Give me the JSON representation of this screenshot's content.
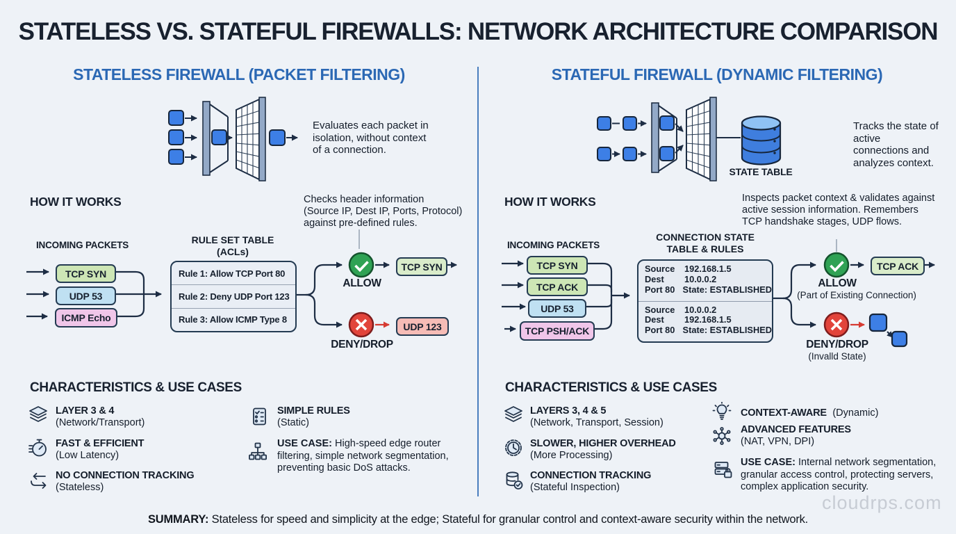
{
  "title": "STATELESS VS. STATEFUL FIREWALLS: NETWORK ARCHITECTURE COMPARISON",
  "watermark": "cloudrps.com",
  "summary": {
    "label": "SUMMARY:",
    "text": " Stateless for speed and simplicity at the edge; Stateful for granular control and context-aware security within the network."
  },
  "left": {
    "header": "STATELESS FIREWALL (PACKET FILTERING)",
    "intro": "Evaluates each packet in\nisolation, without context\nof a connection.",
    "how_it_works": "HOW IT WORKS",
    "checks_note": "Checks header information\n(Source IP, Dest IP, Ports, Protocol)\nagainst pre-defined rules.",
    "incoming_label": "INCOMING PACKETS",
    "rule_table_title": "RULE SET TABLE\n(ACLs)",
    "packets": [
      {
        "label": "TCP SYN"
      },
      {
        "label": "UDP 53"
      },
      {
        "label": "ICMP Echo"
      }
    ],
    "rules": [
      {
        "text": "Rule 1: Allow TCP Port 80"
      },
      {
        "text": "Rule 2: Deny UDP Port 123"
      },
      {
        "text": "Rule 3: Allow ICMP Type 8"
      }
    ],
    "allow": {
      "label": "ALLOW",
      "packet": "TCP SYN"
    },
    "deny": {
      "label": "DENY/DROP",
      "packet": "UDP 123"
    },
    "characteristics_title": "CHARACTERISTICS & USE CASES",
    "traits": [
      {
        "icon": "layers",
        "title": "LAYER 3 & 4",
        "sub": "(Network/Transport)"
      },
      {
        "icon": "stopwatch",
        "title": "FAST & EFFICIENT",
        "sub": "(Low Latency)"
      },
      {
        "icon": "swap-arrows",
        "title": "NO CONNECTION TRACKING",
        "sub": "(Stateless)"
      },
      {
        "icon": "checklist",
        "title": "SIMPLE RULES",
        "sub": "(Static)"
      }
    ],
    "use_case": {
      "label": "USE CASE:",
      "text": " High-speed edge router filtering, simple network segmentation, preventing basic DoS attacks."
    }
  },
  "right": {
    "header": "STATEFUL FIREWALL (DYNAMIC FILTERING)",
    "intro": "Tracks the state of active\nconnections and\nanalyzes context.",
    "state_table_label": "STATE TABLE",
    "how_it_works": "HOW IT WORKS",
    "checks_note": "Inspects packet context & validates against\nactive session information. Remembers\nTCP handshake stages, UDP flows.",
    "incoming_label": "INCOMING PACKETS",
    "conn_table_title": "CONNECTION STATE\nTABLE & RULES",
    "packets": [
      {
        "label": "TCP SYN"
      },
      {
        "label": "TCP ACK"
      },
      {
        "label": "UDP 53"
      },
      {
        "label": "TCP PSH/ACK"
      }
    ],
    "state_rows": [
      {
        "l1": "Source",
        "v1": "192.168.1.5",
        "l2": "Dest",
        "v2": "10.0.0.2",
        "l3": "Port 80",
        "v3": "State: ESTABLISHED"
      },
      {
        "l1": "Source",
        "v1": "10.0.0.2",
        "l2": "Dest",
        "v2": "192.168.1.5",
        "l3": "Port 80",
        "v3": "State: ESTABLISHED"
      }
    ],
    "allow": {
      "label": "ALLOW",
      "sub": "(Part of Existing Connection)",
      "packet": "TCP ACK"
    },
    "deny": {
      "label": "DENY/DROP",
      "sub": "(Invalld State)"
    },
    "characteristics_title": "CHARACTERISTICS & USE CASES",
    "traits": [
      {
        "icon": "layers",
        "title": "LAYERS 3, 4 & 5",
        "sub": "(Network, Transport, Session)"
      },
      {
        "icon": "clock",
        "title": "SLOWER, HIGHER OVERHEAD",
        "sub": "(More Processing)"
      },
      {
        "icon": "database-check",
        "title": "CONNECTION TRACKING",
        "sub": "(Stateful Inspection)"
      },
      {
        "icon": "lightbulb",
        "title": "CONTEXT-AWARE",
        "sub": "(Dynamic)"
      },
      {
        "icon": "molecule",
        "title": "ADVANCED FEATURES",
        "sub": "(NAT, VPN, DPI)"
      }
    ],
    "use_case": {
      "label": "USE CASE:",
      "text": " Internal network segmentation, granular access control, protecting servers, complex application security."
    }
  },
  "colors": {
    "accent_blue": "#2b68b4",
    "packet_blue": "#3d7fe6",
    "allow_green": "#2fa254",
    "deny_red": "#e2443b",
    "green_box": "#cde6b5",
    "blue_box": "#bfe0f2",
    "pink_box": "#f0c6e9",
    "red_box": "#f6bcb6"
  }
}
